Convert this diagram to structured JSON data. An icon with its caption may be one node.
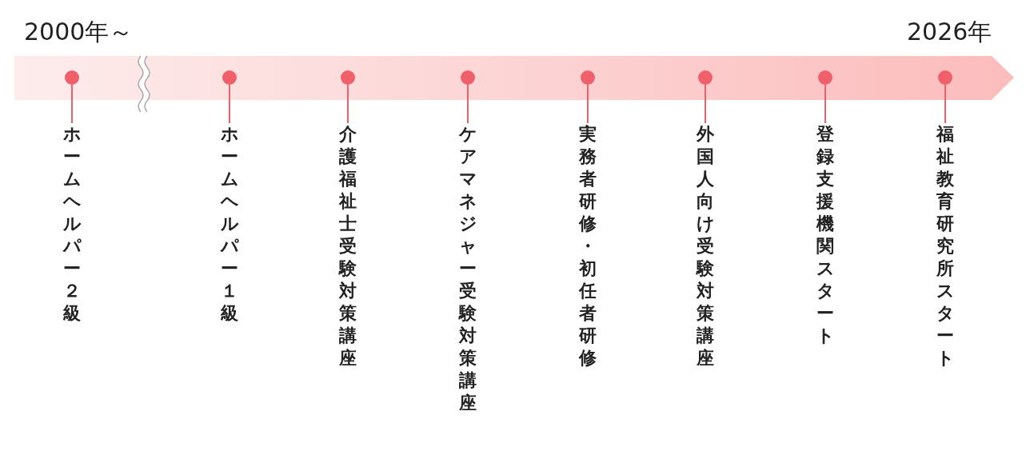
{
  "diagram": {
    "nodes": [
      {
        "text": [],
        "shape": "circle"
      },
      {
        "text": [],
        "shape": "circle"
      },
      {
        "text": [],
        "shape": "circle"
      },
      {
        "text": [],
        "shape": "circle"
      },
      {
        "text": [],
        "shape": "circle"
      },
      {
        "text": [],
        "shape": "circle"
      },
      {
        "text": [],
        "shape": "circle"
      },
      {
        "text": [],
        "shape": "circle"
      },
      {
        "text": [
          "ホームヘルパー２級"
        ]
      },
      {
        "text": [
          "ホームヘルパー１級"
        ]
      },
      {
        "text": [
          "介護福祉士受験対策講座"
        ]
      },
      {
        "text": [
          "ケアマネジャー受験対策講座"
        ]
      },
      {
        "text": [
          "実務者研修・初任者研修"
        ]
      },
      {
        "text": [
          "外国人向け受験対策講座"
        ]
      },
      {
        "text": [
          "登録支援機関スタート"
        ]
      },
      {
        "text": [
          "福祉教育研究所スタート"
        ]
      }
    ],
    "edges": [
      {
        "from": 8,
        "to": 0,
        "arrow": "none"
      },
      {
        "from": 9,
        "to": 1,
        "arrow": "none"
      },
      {
        "from": 10,
        "to": 2,
        "arrow": "none"
      },
      {
        "from": 11,
        "to": 3,
        "arrow": "none"
      },
      {
        "from": 12,
        "to": 4,
        "arrow": "none"
      },
      {
        "from": 13,
        "to": 5,
        "arrow": "none"
      },
      {
        "from": 14,
        "to": 6,
        "arrow": "none"
      },
      {
        "from": 15,
        "to": 7,
        "arrow": "none"
      }
    ],
    "labels": [
      "2000年～",
      "2026年"
    ]
  }
}
